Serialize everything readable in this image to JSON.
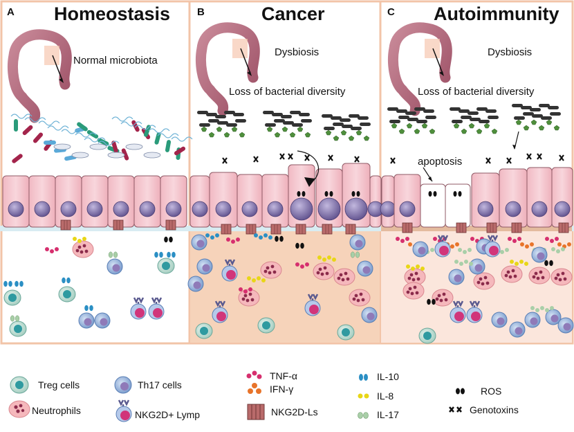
{
  "panels": [
    {
      "letter": "A",
      "title": "Homeostasis",
      "notes": [
        "Normal  microbiota"
      ]
    },
    {
      "letter": "B",
      "title": "Cancer",
      "notes": [
        "Dysbiosis",
        "Loss of bacterial diversity"
      ]
    },
    {
      "letter": "C",
      "title": "Autoimmunity",
      "notes": [
        "Dysbiosis",
        "Loss of bacterial diversity",
        "apoptosis"
      ]
    }
  ],
  "legend": {
    "treg": "Treg cells",
    "neutrophils": "Neutrophils",
    "th17": "Th17 cells",
    "nkg2d_lymp": "NKG2D+ Lymp",
    "tnf": "TNF-α",
    "ifn": "IFN-γ",
    "nkg2d_ls": "NKG2D-Ls",
    "il10": "IL-10",
    "il8": "IL-8",
    "il17": "IL-17",
    "ros": "ROS",
    "genotoxins": "Genotoxins"
  },
  "colors": {
    "panel_border": "#f2c4a8",
    "cancer_tissue": "#f6d3ba",
    "auto_tissue": "#fbe6dc",
    "epithelial_cell": "#f6c9d0",
    "nucleus": "#7b6aa6",
    "treg": "#2f9aa0",
    "neutrophil": "#f5b8bc",
    "th17": "#8fb0dc",
    "nkg2d_lymp": "#d1357a",
    "tnf": "#d62f6e",
    "ifn": "#e8742a",
    "il10": "#2b8fc4",
    "il8": "#e8d617",
    "il17": "#a9cfa8",
    "ros": "#111111",
    "bacteria_green": "#2a9b7a",
    "bacteria_red": "#a3244b",
    "dysbiosis_bacteria": "#333333"
  }
}
